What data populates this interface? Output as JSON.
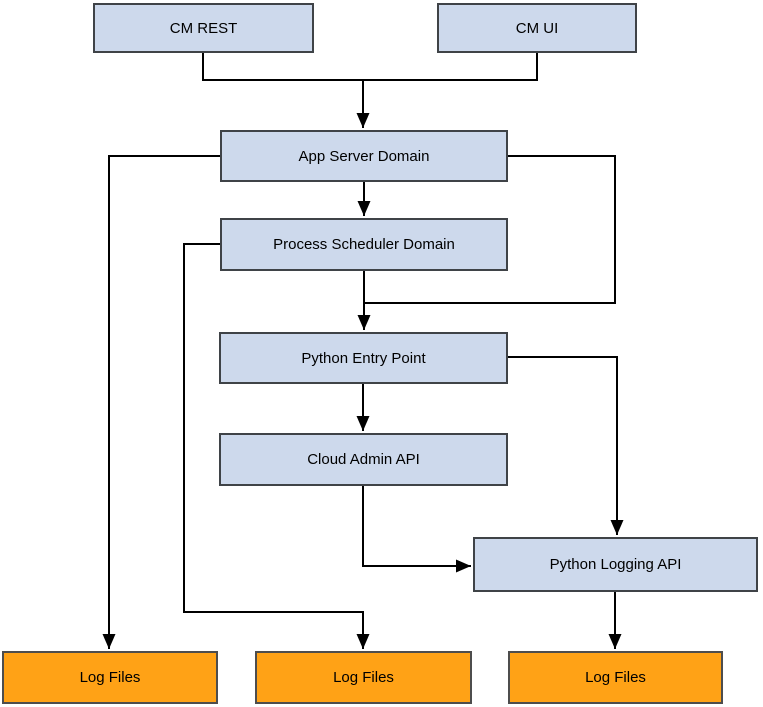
{
  "diagram": {
    "nodes": [
      {
        "id": "cm-rest",
        "label": "CM REST",
        "kind": "component"
      },
      {
        "id": "cm-ui",
        "label": "CM UI",
        "kind": "component"
      },
      {
        "id": "app-server-domain",
        "label": "App Server Domain",
        "kind": "component"
      },
      {
        "id": "process-scheduler-domain",
        "label": "Process Scheduler Domain",
        "kind": "component"
      },
      {
        "id": "python-entry-point",
        "label": "Python Entry Point",
        "kind": "component"
      },
      {
        "id": "cloud-admin-api",
        "label": "Cloud Admin API",
        "kind": "component"
      },
      {
        "id": "python-logging-api",
        "label": "Python Logging API",
        "kind": "component"
      },
      {
        "id": "log-files-1",
        "label": "Log Files",
        "kind": "log-store"
      },
      {
        "id": "log-files-2",
        "label": "Log Files",
        "kind": "log-store"
      },
      {
        "id": "log-files-3",
        "label": "Log Files",
        "kind": "log-store"
      }
    ],
    "edges": [
      {
        "from": "cm-rest",
        "to": "app-server-domain"
      },
      {
        "from": "cm-ui",
        "to": "app-server-domain"
      },
      {
        "from": "app-server-domain",
        "to": "process-scheduler-domain"
      },
      {
        "from": "app-server-domain",
        "to": "log-files-1"
      },
      {
        "from": "app-server-domain",
        "to": "python-entry-point"
      },
      {
        "from": "process-scheduler-domain",
        "to": "python-entry-point"
      },
      {
        "from": "process-scheduler-domain",
        "to": "log-files-2"
      },
      {
        "from": "python-entry-point",
        "to": "cloud-admin-api"
      },
      {
        "from": "python-entry-point",
        "to": "python-logging-api"
      },
      {
        "from": "cloud-admin-api",
        "to": "python-logging-api"
      },
      {
        "from": "python-logging-api",
        "to": "log-files-3"
      }
    ]
  },
  "colors": {
    "node_fill": "#cdd9ec",
    "node_stroke": "#3f4347",
    "log_fill": "#ffa216",
    "log_stroke": "#4d4d4d",
    "connector": "#000000",
    "background": "#ffffff",
    "text": "#000000"
  }
}
